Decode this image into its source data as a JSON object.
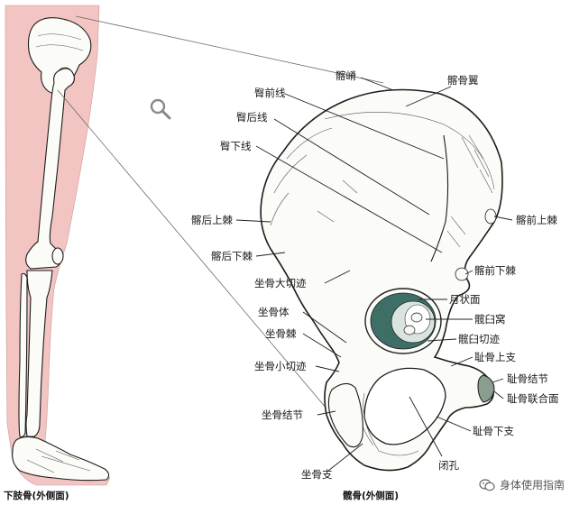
{
  "figure": {
    "left_caption": "下肢骨(外侧面)",
    "right_caption": "髋骨(外侧面)"
  },
  "labels": [
    {
      "id": "iliac-crest",
      "text": "髂嵴"
    },
    {
      "id": "ala-of-ilium",
      "text": "髂骨翼"
    },
    {
      "id": "anterior-gluteal-line",
      "text": "臀前线"
    },
    {
      "id": "posterior-gluteal-line",
      "text": "臀后线"
    },
    {
      "id": "inferior-gluteal-line",
      "text": "臀下线"
    },
    {
      "id": "posterior-superior-iliac-spine",
      "text": "髂后上棘"
    },
    {
      "id": "anterior-superior-iliac-spine",
      "text": "髂前上棘"
    },
    {
      "id": "posterior-inferior-iliac-spine",
      "text": "髂后下棘"
    },
    {
      "id": "anterior-inferior-iliac-spine",
      "text": "髂前下棘"
    },
    {
      "id": "greater-sciatic-notch",
      "text": "坐骨大切迹"
    },
    {
      "id": "lunate-surface",
      "text": "月状面"
    },
    {
      "id": "body-of-ischium",
      "text": "坐骨体"
    },
    {
      "id": "acetabular-fossa",
      "text": "髋臼窝"
    },
    {
      "id": "ischial-spine",
      "text": "坐骨棘"
    },
    {
      "id": "acetabular-notch",
      "text": "髋臼切迹"
    },
    {
      "id": "superior-pubic-ramus",
      "text": "耻骨上支"
    },
    {
      "id": "lesser-sciatic-notch",
      "text": "坐骨小切迹"
    },
    {
      "id": "pubic-tubercle",
      "text": "耻骨结节"
    },
    {
      "id": "pubic-symphyseal-surface",
      "text": "耻骨联合面"
    },
    {
      "id": "ischial-tuberosity",
      "text": "坐骨结节"
    },
    {
      "id": "inferior-pubic-ramus",
      "text": "耻骨下支"
    },
    {
      "id": "obturator-foramen",
      "text": "闭孔"
    },
    {
      "id": "ischial-ramus",
      "text": "坐骨支"
    }
  ],
  "watermark": {
    "text": "身体使用指南",
    "icon": "wechat-icon"
  },
  "colors": {
    "leg_skin": "#f2c5c2",
    "acetabulum_teal": "#3e6f66",
    "lunate_rim": "#d9e4df"
  },
  "icons": {
    "search": "search-icon"
  }
}
